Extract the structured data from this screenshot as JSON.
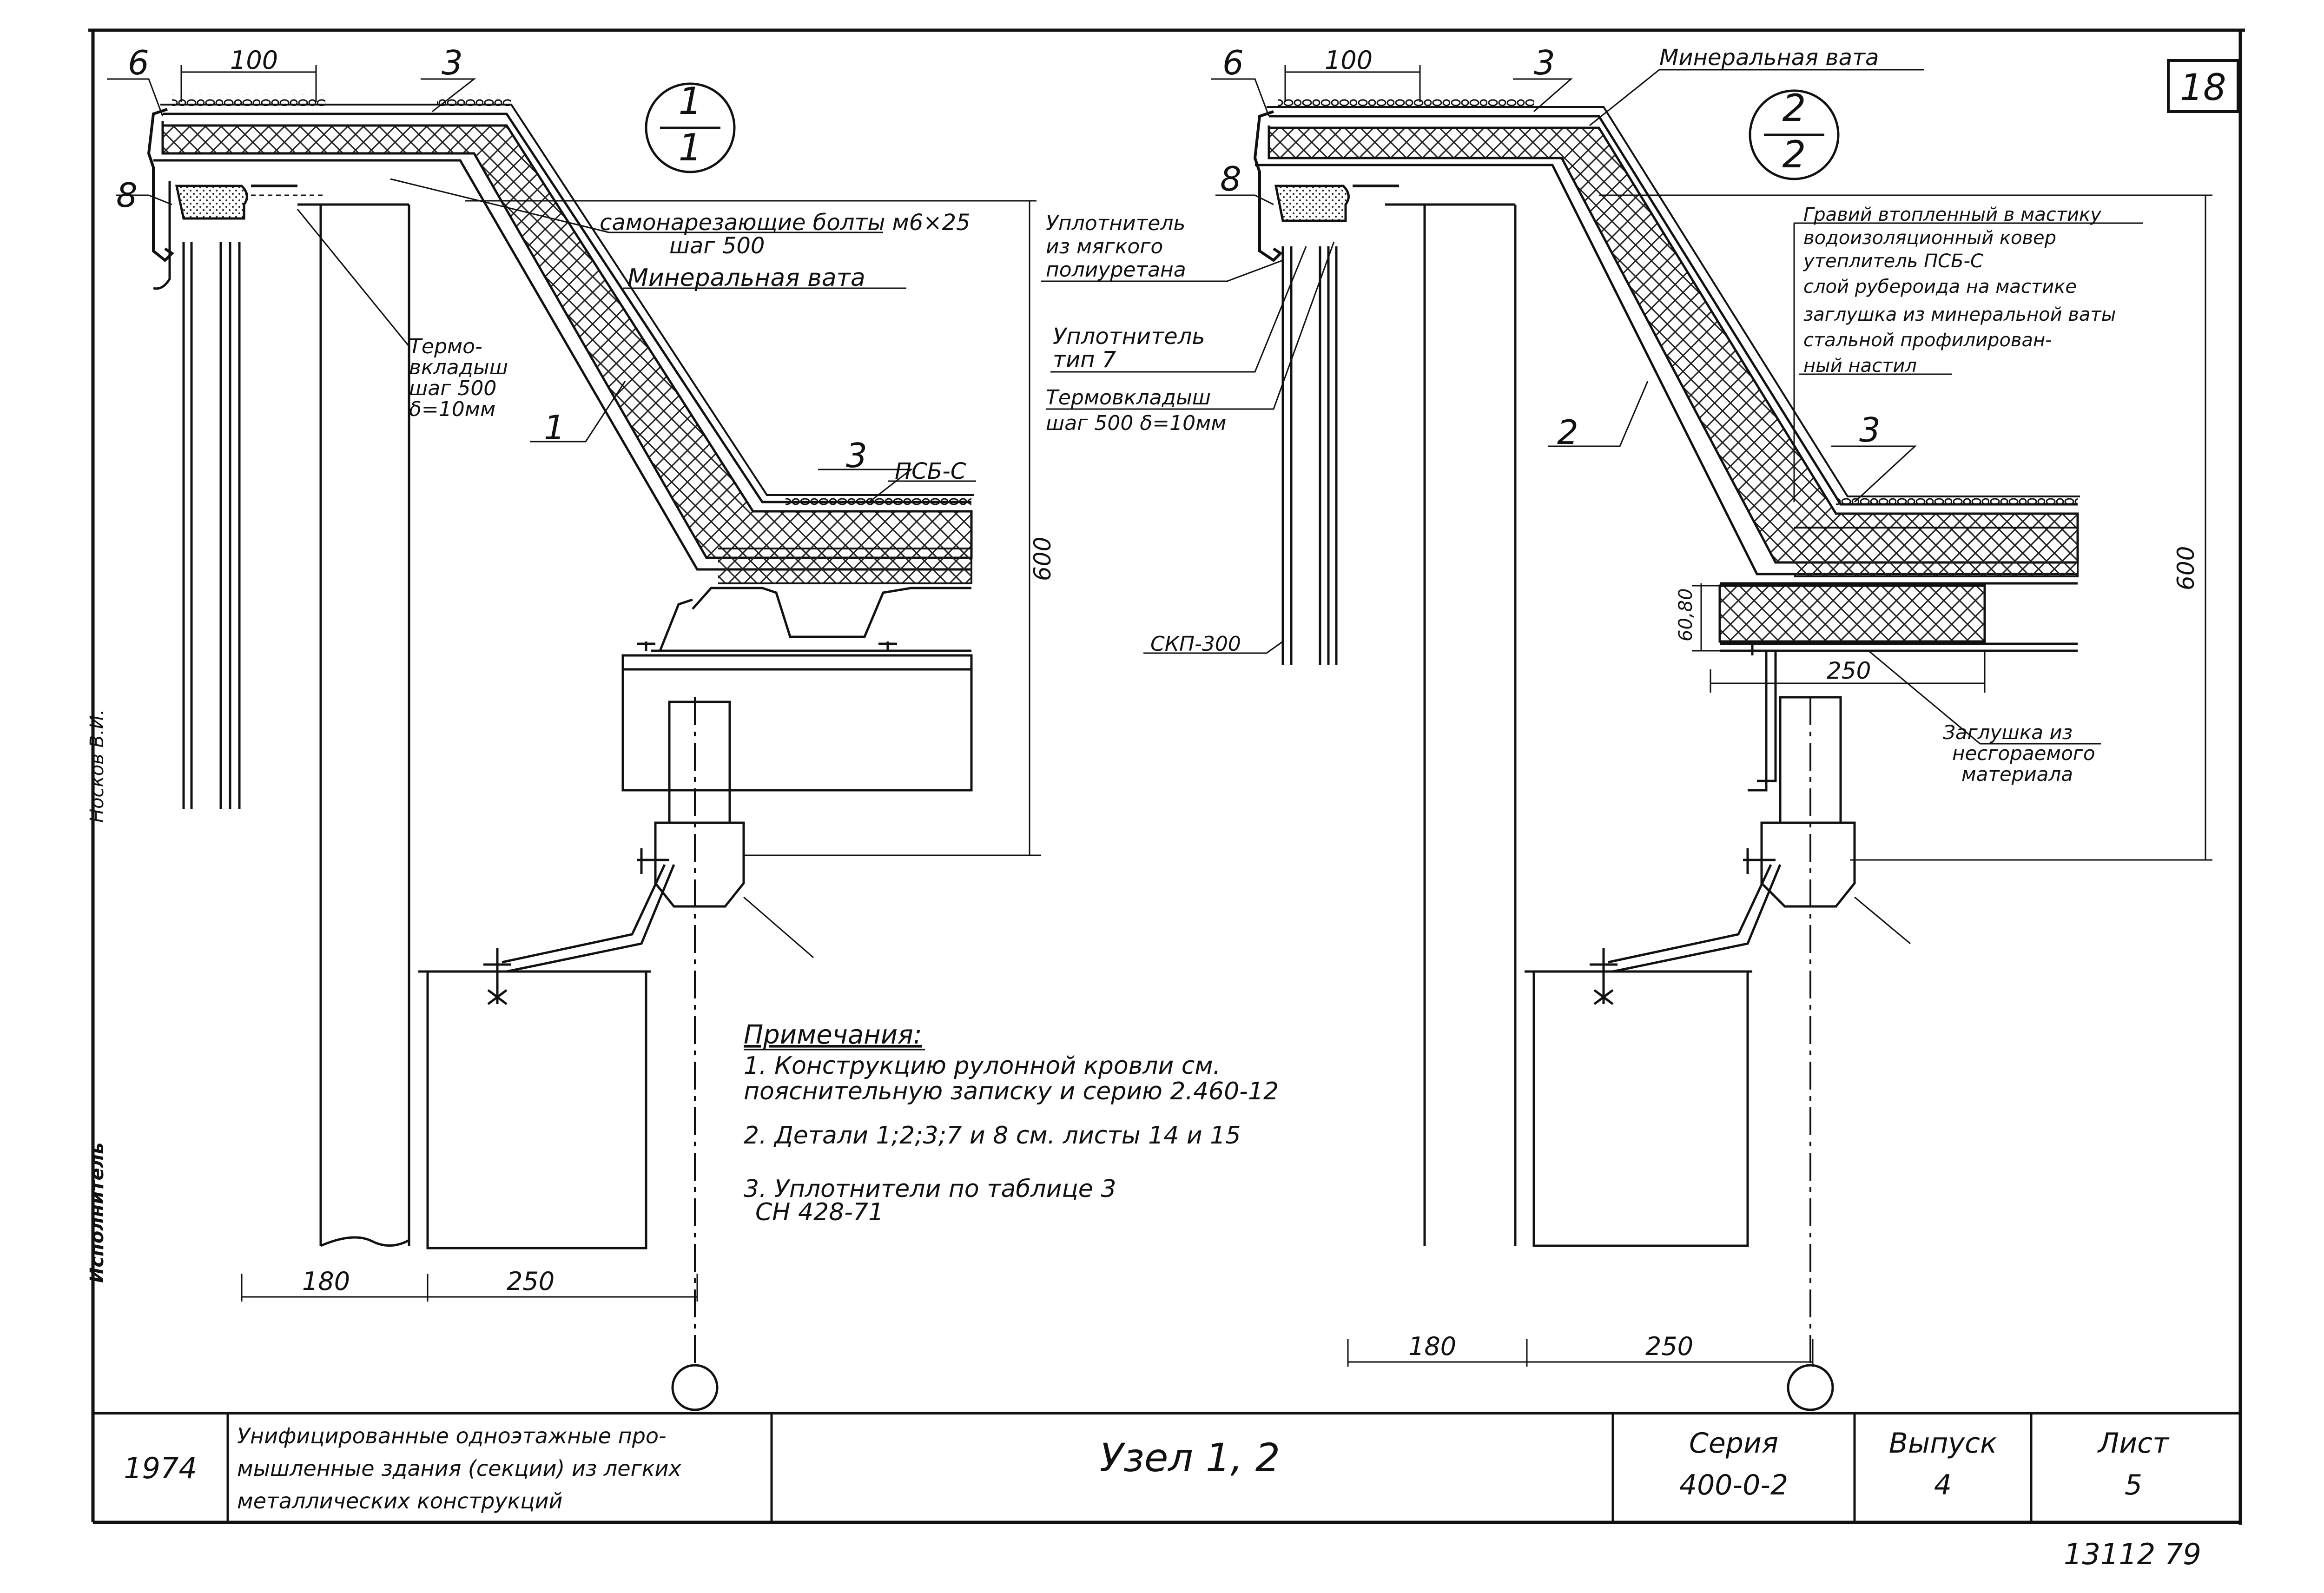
{
  "sheet": {
    "sheet_number": "18",
    "bottom_code": "13112   79",
    "side_stamp": "Исполнитель",
    "side_name": "Носков В.И."
  },
  "node1": {
    "circle_top": "1",
    "circle_bottom": "1",
    "callouts": {
      "c6": "6",
      "c3": "3",
      "c8": "8",
      "c1": "1",
      "c3b": "3",
      "dim100": "100",
      "dim600": "600",
      "dim180": "180",
      "dim250": "250"
    },
    "labels": {
      "bolts_1": "самонарезающие болты м6×25",
      "bolts_2": "шаг 500",
      "wool": "Минеральная вата",
      "thermo_1": "Термо-",
      "thermo_2": "вкладыш",
      "thermo_3": "шаг 500",
      "thermo_4": "δ=10мм",
      "psb": "ПСБ-С"
    }
  },
  "node2": {
    "circle_top": "2",
    "circle_bottom": "2",
    "callouts": {
      "c6": "6",
      "c3": "3",
      "c8": "8",
      "c2": "2",
      "c3b": "3",
      "dim100": "100",
      "dim600": "600",
      "dim6080": "60,80",
      "dim250": "250",
      "dim180": "180",
      "dim250b": "250"
    },
    "labels": {
      "wool": "Минеральная вата",
      "seal_1": "Уплотнитель",
      "seal_2": "из мягкого",
      "seal_3": "полиуретана",
      "seal7_1": "Уплотнитель",
      "seal7_2": "тип 7",
      "thermo_1": "Термовкладыш",
      "thermo_2": "шаг 500  δ=10мм",
      "skp": "СКП-300",
      "layer_1": "Гравий втопленный в мастику",
      "layer_2": "водоизоляционный ковер",
      "layer_3": "утеплитель ПСБ-С",
      "layer_4": "слой рубероида на мастике",
      "layer_5": "заглушка из минеральной ваты",
      "layer_6": "стальной профилирован-",
      "layer_7": "ный настил",
      "plug_1": "Заглушка из",
      "plug_2": "несгораемого",
      "plug_3": "материала"
    }
  },
  "notes": {
    "title": "Примечания:",
    "n1_a": "1. Конструкцию рулонной кровли см.",
    "n1_b": "пояснительную записку и серию 2.460-12",
    "n2": "2. Детали 1;2;3;7 и 8 см. листы 14 и 15",
    "n3_a": "3. Уплотнители по таблице 3",
    "n3_b": "СН 428-71"
  },
  "title_block": {
    "year": "1974",
    "desc_1": "Унифицированные одноэтажные про-",
    "desc_2": "мышленные здания (секции) из легких",
    "desc_3": "металлических конструкций",
    "node_title": "Узел 1, 2",
    "series_label": "Серия",
    "series_value": "400-0-2",
    "issue_label": "Выпуск",
    "issue_value": "4",
    "sheet_label": "Лист",
    "sheet_value": "5"
  }
}
